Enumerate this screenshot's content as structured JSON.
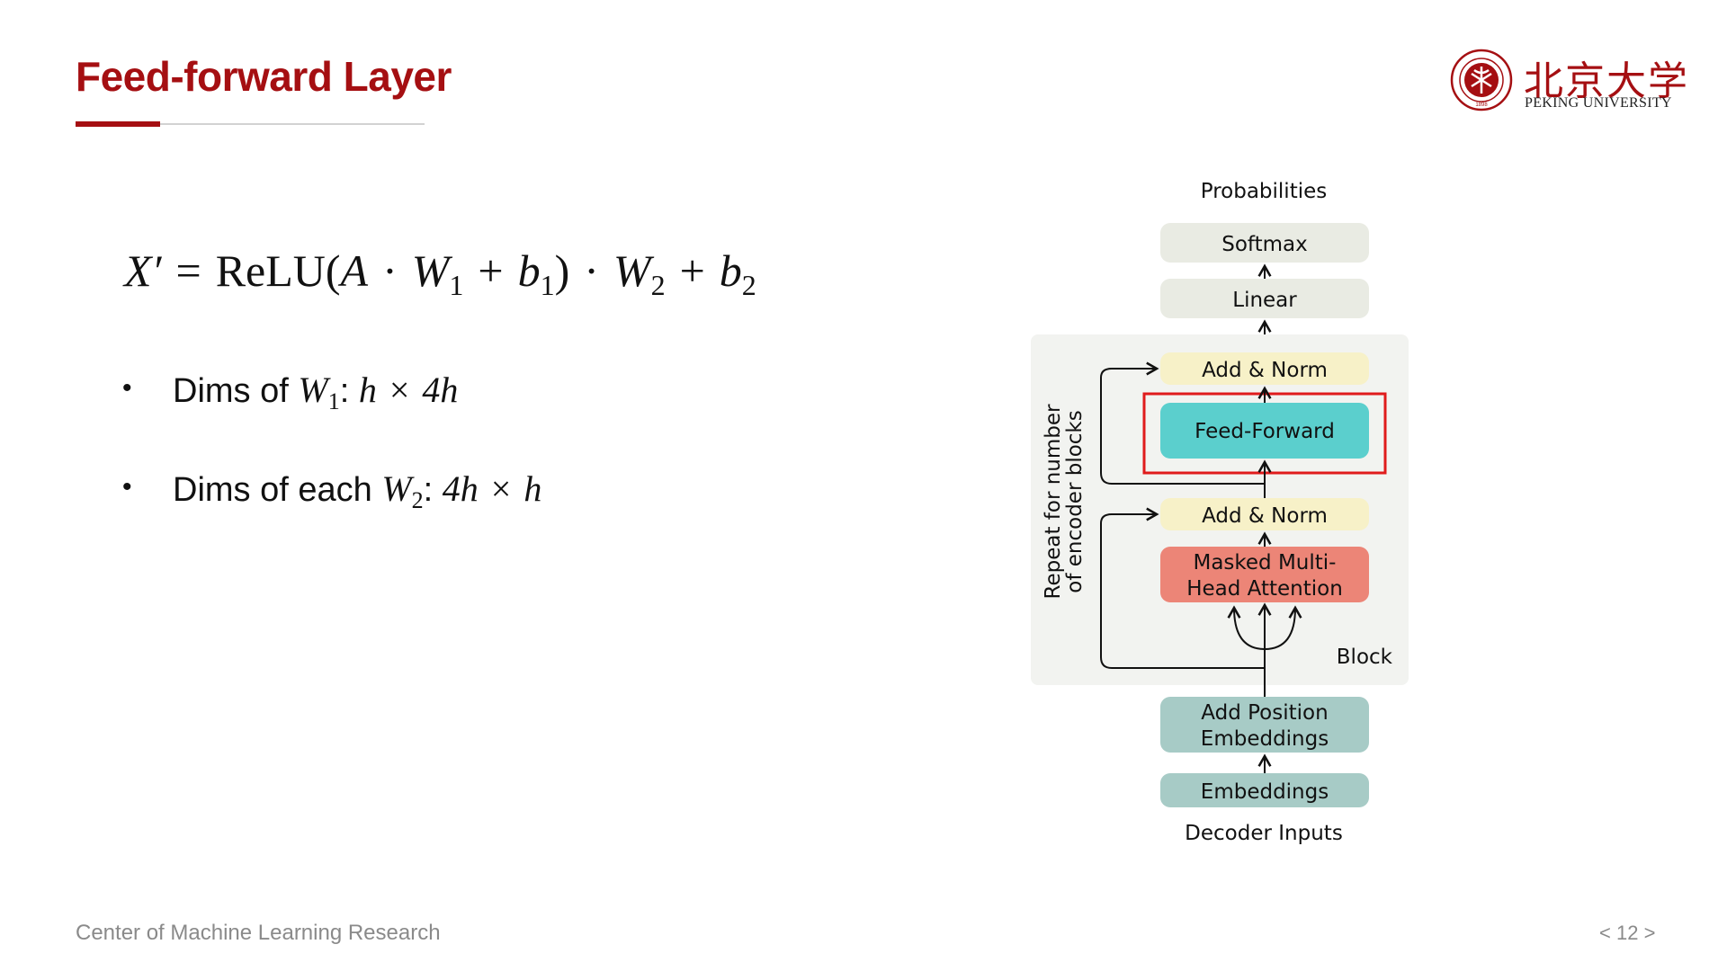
{
  "slide": {
    "title": "Feed-forward Layer",
    "footer_left": "Center of Machine Learning Research",
    "page_prev": "<",
    "page_number": "12",
    "page_next": ">"
  },
  "logo": {
    "chinese": "北京大学",
    "english": "PEKING UNIVERSITY",
    "seal_year": "1898"
  },
  "equation": {
    "lhs": "X′",
    "equals": "=",
    "func": "ReLU(",
    "a": "A",
    "dot1": "·",
    "w1": "W",
    "w1_sub": "1",
    "plus1": "+",
    "b1": "b",
    "b1_sub": "1",
    "close": ")",
    "dot2": "·",
    "w2": "W",
    "w2_sub": "2",
    "plus2": "+",
    "b2": "b",
    "b2_sub": "2"
  },
  "bullets": [
    {
      "text": "Dims of ",
      "var": "W",
      "sub": "1",
      "colon": ":",
      "d1": "h",
      "times": "×",
      "d2": "4h"
    },
    {
      "text": "Dims of each ",
      "var": "W",
      "sub": "2",
      "colon": ":",
      "d1": "4h",
      "times": "×",
      "d2": "h"
    }
  ],
  "diagram": {
    "probabilities": "Probabilities",
    "softmax": "Softmax",
    "linear": "Linear",
    "add_norm_top": "Add & Norm",
    "feed_forward": "Feed-Forward",
    "add_norm_bottom": "Add & Norm",
    "attention_line1": "Masked Multi-",
    "attention_line2": "Head Attention",
    "block": "Block",
    "repeat_line1": "Repeat  for number",
    "repeat_line2": "of encoder blocks",
    "position_line1": "Add Position",
    "position_line2": "Embeddings",
    "embeddings": "Embeddings",
    "decoder_inputs": "Decoder Inputs",
    "colors": {
      "softmax_linear": "#e9ebe3",
      "block_bg": "#f2f3f0",
      "add_norm": "#f7f1c8",
      "feed_forward": "#5bcfcd",
      "attention": "#ec8577",
      "embeddings": "#a7cbc6",
      "highlight": "#e01b1b"
    }
  }
}
